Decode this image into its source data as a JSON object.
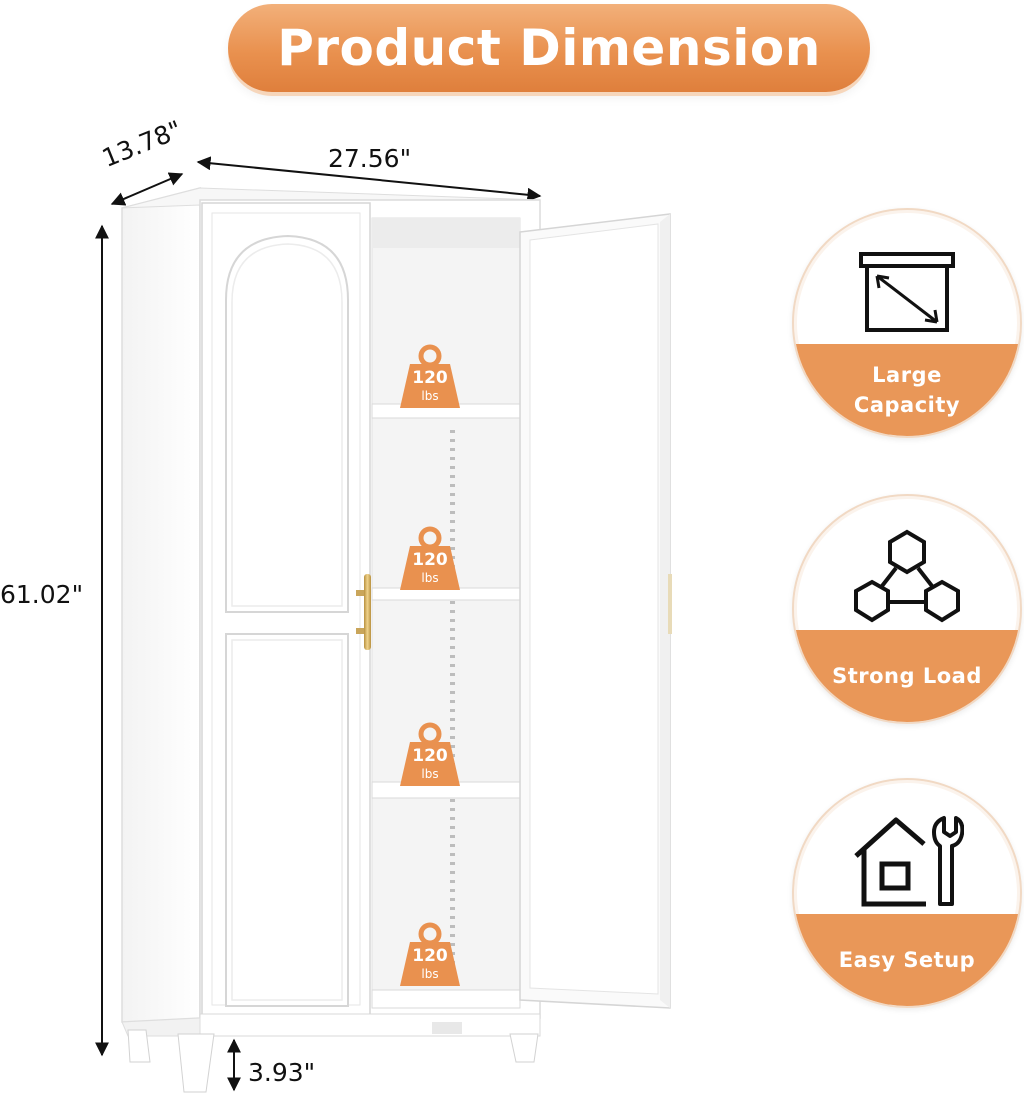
{
  "title": "Product Dimension",
  "dimensions": {
    "depth": "13.78\"",
    "width": "27.56\"",
    "height": "61.02\"",
    "leg_height": "3.93\""
  },
  "shelf_capacity": [
    {
      "value": "120",
      "unit": "lbs"
    },
    {
      "value": "120",
      "unit": "lbs"
    },
    {
      "value": "120",
      "unit": "lbs"
    },
    {
      "value": "120",
      "unit": "lbs"
    }
  ],
  "features": [
    {
      "label": "Large\nCapacity",
      "icon": "box-dimension-icon"
    },
    {
      "label": "Strong Load",
      "icon": "hexagon-network-icon"
    },
    {
      "label": "Easy Setup",
      "icon": "house-wrench-icon"
    }
  ],
  "colors": {
    "accent": "#e99758",
    "cabinet": "#ffffff",
    "handle": "#d6b36a"
  }
}
